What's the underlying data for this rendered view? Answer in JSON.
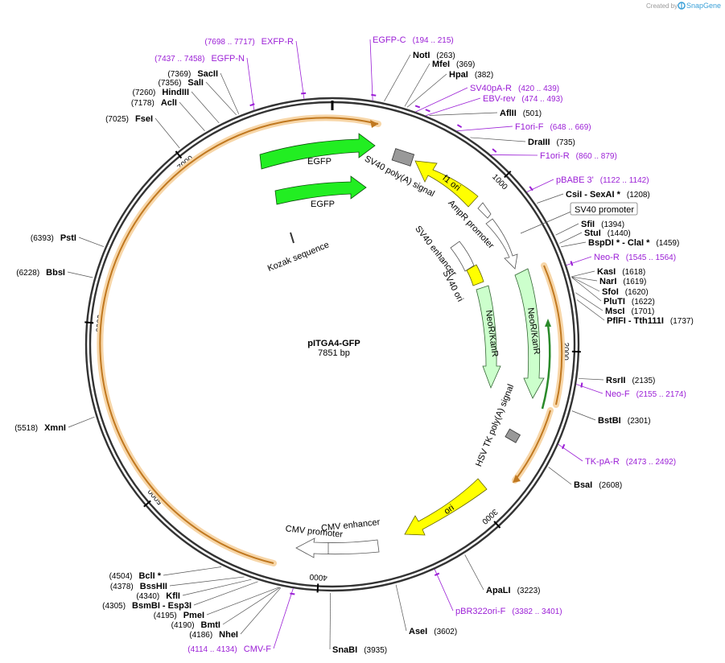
{
  "credit": {
    "prefix": "Created by",
    "brand": "SnapGene"
  },
  "plasmid": {
    "name": "pITGA4-GFP",
    "size_label": "7851 bp",
    "length": 7851
  },
  "ticks": [
    "1000",
    "2000",
    "3000",
    "4000",
    "5000",
    "6000",
    "7000"
  ],
  "sites": [
    {
      "name": "NotI",
      "pos": "(263)",
      "bp": 263
    },
    {
      "name": "MfeI",
      "pos": "(369)",
      "bp": 369
    },
    {
      "name": "HpaI",
      "pos": "(382)",
      "bp": 382
    },
    {
      "name": "AflII",
      "pos": "(501)",
      "bp": 501
    },
    {
      "name": "DraIII",
      "pos": "(735)",
      "bp": 735
    },
    {
      "name": "CsiI  - SexAI *",
      "pos": "(1208)",
      "bp": 1208
    },
    {
      "name": "SfiI",
      "pos": "(1394)",
      "bp": 1394
    },
    {
      "name": "StuI",
      "pos": "(1440)",
      "bp": 1440
    },
    {
      "name": "BspDI *  - ClaI *",
      "pos": "(1459)",
      "bp": 1459
    },
    {
      "name": "KasI",
      "pos": "(1618)",
      "bp": 1618
    },
    {
      "name": "NarI",
      "pos": "(1619)",
      "bp": 1619
    },
    {
      "name": "SfoI",
      "pos": "(1620)",
      "bp": 1620
    },
    {
      "name": "PluTI",
      "pos": "(1622)",
      "bp": 1622
    },
    {
      "name": "MscI",
      "pos": "(1701)",
      "bp": 1701
    },
    {
      "name": "PflFI  - Tth111I",
      "pos": "(1737)",
      "bp": 1737
    },
    {
      "name": "RsrII",
      "pos": "(2135)",
      "bp": 2135
    },
    {
      "name": "BstBI",
      "pos": "(2301)",
      "bp": 2301
    },
    {
      "name": "BsaI",
      "pos": "(2608)",
      "bp": 2608
    },
    {
      "name": "ApaLI",
      "pos": "(3223)",
      "bp": 3223
    },
    {
      "name": "AseI",
      "pos": "(3602)",
      "bp": 3602
    },
    {
      "name": "SnaBI",
      "pos": "(3935)",
      "bp": 3935
    },
    {
      "name": "NheI",
      "pos": "(4186)",
      "bp": 4186
    },
    {
      "name": "BmtI",
      "pos": "(4190)",
      "bp": 4190
    },
    {
      "name": "PmeI",
      "pos": "(4195)",
      "bp": 4195
    },
    {
      "name": "BsmBI  - Esp3I",
      "pos": "(4305)",
      "bp": 4305
    },
    {
      "name": "KflI",
      "pos": "(4340)",
      "bp": 4340
    },
    {
      "name": "BssHII",
      "pos": "(4378)",
      "bp": 4378
    },
    {
      "name": "BclI *",
      "pos": "(4504)",
      "bp": 4504
    },
    {
      "name": "XmnI",
      "pos": "(5518)",
      "bp": 5518
    },
    {
      "name": "BbsI",
      "pos": "(6228)",
      "bp": 6228
    },
    {
      "name": "PstI",
      "pos": "(6393)",
      "bp": 6393
    },
    {
      "name": "FseI",
      "pos": "(7025)",
      "bp": 7025
    },
    {
      "name": "AclI",
      "pos": "(7178)",
      "bp": 7178
    },
    {
      "name": "HindIII",
      "pos": "(7260)",
      "bp": 7260
    },
    {
      "name": "SalI",
      "pos": "(7356)",
      "bp": 7356
    },
    {
      "name": "SacII",
      "pos": "(7369)",
      "bp": 7369
    }
  ],
  "primers": [
    {
      "name": "EGFP-C",
      "pos": "(194 .. 215)",
      "bp": 205
    },
    {
      "name": "SV40pA-R",
      "pos": "(420 .. 439)",
      "bp": 430
    },
    {
      "name": "EBV-rev",
      "pos": "(474 .. 493)",
      "bp": 484
    },
    {
      "name": "F1ori-F",
      "pos": "(648 .. 669)",
      "bp": 659
    },
    {
      "name": "F1ori-R",
      "pos": "(860 .. 879)",
      "bp": 870
    },
    {
      "name": "pBABE 3'",
      "pos": "(1122 .. 1142)",
      "bp": 1132
    },
    {
      "name": "Neo-R",
      "pos": "(1545 .. 1564)",
      "bp": 1555
    },
    {
      "name": "Neo-F",
      "pos": "(2155 .. 2174)",
      "bp": 2165
    },
    {
      "name": "TK-pA-R",
      "pos": "(2473 .. 2492)",
      "bp": 2483
    },
    {
      "name": "pBR322ori-F",
      "pos": "(3382 .. 3401)",
      "bp": 3392
    },
    {
      "name": "CMV-F",
      "pos": "(4114 .. 4134)",
      "bp": 4124
    },
    {
      "name": "EGFP-N",
      "pos": "(7437 .. 7458)",
      "bp": 7448
    },
    {
      "name": "EXFP-R",
      "pos": "(7698 .. 7717)",
      "bp": 7708
    }
  ],
  "boxed_feature": {
    "name": "SV40 promoter"
  },
  "features": {
    "egfp_outer": "EGFP",
    "egfp_inner": "EGFP",
    "kozak": "Kozak sequence",
    "sv40_polya": "SV40 poly(A) signal",
    "f1_ori": "f1 ori",
    "ampr_promoter": "AmpR promoter",
    "sv40_enhancer": "SV40 enhancer",
    "sv40_ori": "SV40 ori",
    "neo_inner": "NeoR/KanR",
    "neo_outer": "NeoR/KanR",
    "hsv_polya": "HSV TK poly(A) signal",
    "ori": "ori",
    "cmv_enhancer": "CMV enhancer",
    "cmv_promoter": "CMV promoter"
  },
  "colors": {
    "backbone": "#333333",
    "egfp": "#22ee22",
    "f1_ori": "#ffff00",
    "ori": "#ffff00",
    "neo": "#ccffcc",
    "polya": "#999999",
    "promoter": "#ffffff",
    "orf_arc": "#f0a040",
    "primer": "#9b1fd6"
  }
}
